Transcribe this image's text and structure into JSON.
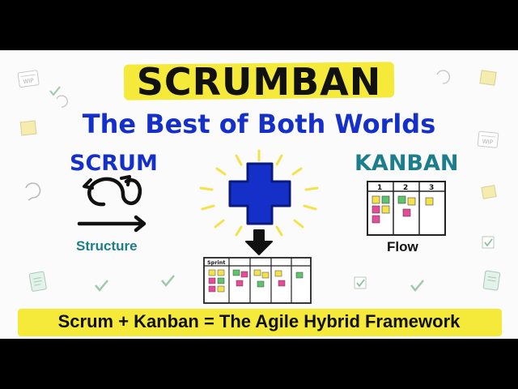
{
  "title": "SCRUMBAN",
  "subtitle": "The Best of Both Worlds",
  "scrum": {
    "label": "SCRUM",
    "caption": "Structure",
    "icon": "scrum-cycle-icon"
  },
  "kanban": {
    "label": "KANBAN",
    "caption": "Flow",
    "icon": "kanban-board-icon",
    "columns": [
      "1",
      "2",
      "3"
    ]
  },
  "center": {
    "plus_icon": "plus-icon",
    "arrow_icon": "arrow-down-icon"
  },
  "sprint_board": {
    "label": "Sprint"
  },
  "decor": {
    "wip_label": "WIP"
  },
  "footer": {
    "tagline": "Scrum + Kanban = The Agile Hybrid Framework"
  },
  "colors": {
    "highlight": "#f5ea3a",
    "scrum_blue": "#1530c8",
    "kanban_teal": "#1c7e8c",
    "note_yellow": "#f3e24a",
    "note_pink": "#e64b9a",
    "note_green": "#5cc46a"
  }
}
